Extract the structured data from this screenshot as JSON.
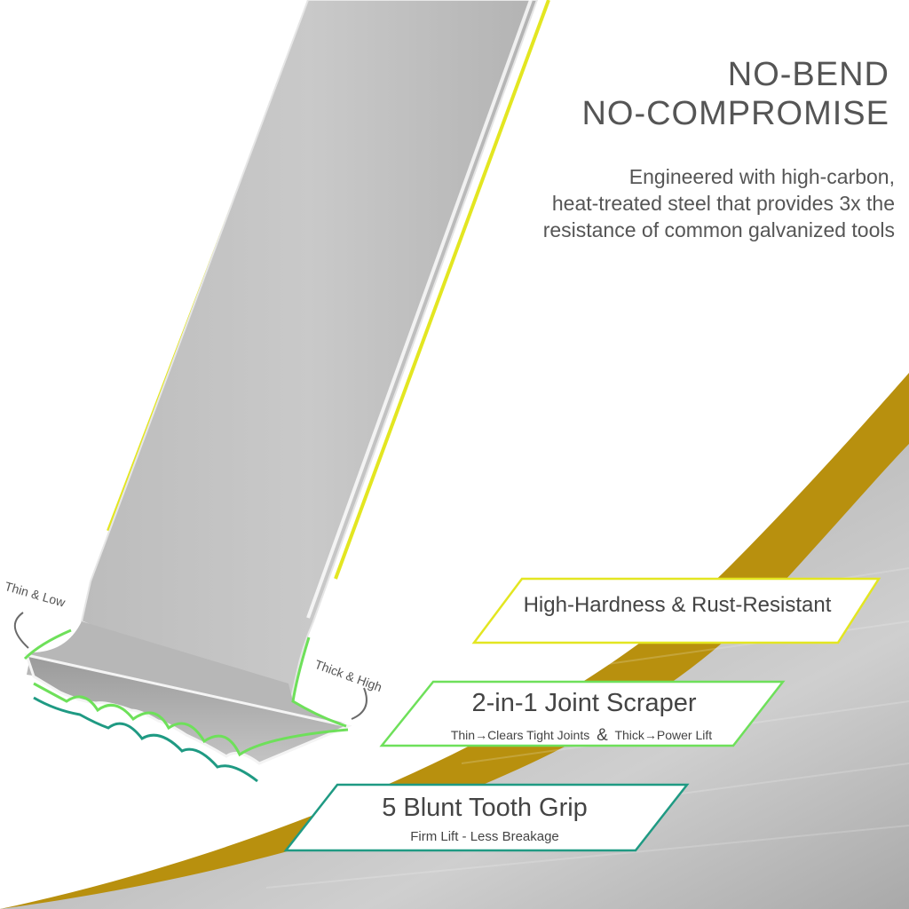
{
  "headline": [
    "NO-BEND",
    "NO-COMPROMISE"
  ],
  "body": [
    "Engineered with high-carbon,",
    "heat-treated steel that provides 3x the",
    "resistance of common galvanized tools"
  ],
  "features": {
    "hardness": {
      "label": "High-Hardness & Rust-Resistant"
    },
    "scraper": {
      "title": "2-in-1 Joint Scraper",
      "sub_thin": "Thin",
      "arrow": "→",
      "sub_thin_text": "Clears Tight Joints",
      "amp": "&",
      "sub_thick": "Thick",
      "sub_thick_text": "Power Lift"
    },
    "grip": {
      "title": "5 Blunt Tooth Grip",
      "sub": "Firm Lift - Less Breakage"
    }
  },
  "callouts": {
    "thin_low": "Thin & Low",
    "thick_high": "Thick & High"
  },
  "colors": {
    "gold": "#b8900e",
    "yellow_accent": "#e3e621",
    "green_accent": "#6ee05a",
    "teal_accent": "#1f9a83",
    "text_gray": "#555555"
  }
}
